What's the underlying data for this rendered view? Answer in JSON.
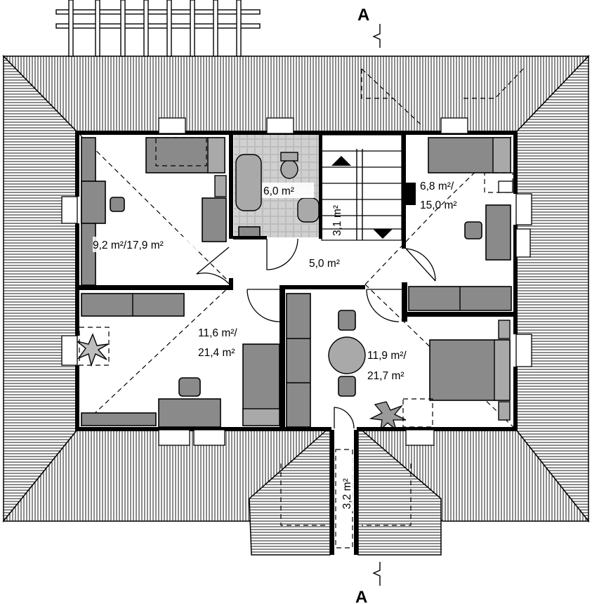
{
  "section_marks": {
    "top": "A",
    "bottom": "A"
  },
  "rooms": [
    {
      "id": "bedroom-nw",
      "label": [
        "9,2 m²/17,9 m²"
      ]
    },
    {
      "id": "bathroom",
      "label": [
        "6,0 m²"
      ]
    },
    {
      "id": "stairs",
      "label": [
        "3,1 m²"
      ]
    },
    {
      "id": "bedroom-ne",
      "label": [
        "6,8 m²/",
        "15,0 m²"
      ]
    },
    {
      "id": "hall",
      "label": [
        "5,0 m²"
      ]
    },
    {
      "id": "bedroom-sw",
      "label": [
        "11,6 m²/",
        "21,4 m²"
      ]
    },
    {
      "id": "bedroom-se",
      "label": [
        "11,9 m²/",
        "21,7 m²"
      ]
    },
    {
      "id": "balcony",
      "label": [
        "3,2 m²"
      ]
    }
  ],
  "colors": {
    "wall": "#000000",
    "furniture": "#8a8a8a",
    "floor": "#ffffff",
    "roof_lines": "#000000"
  }
}
